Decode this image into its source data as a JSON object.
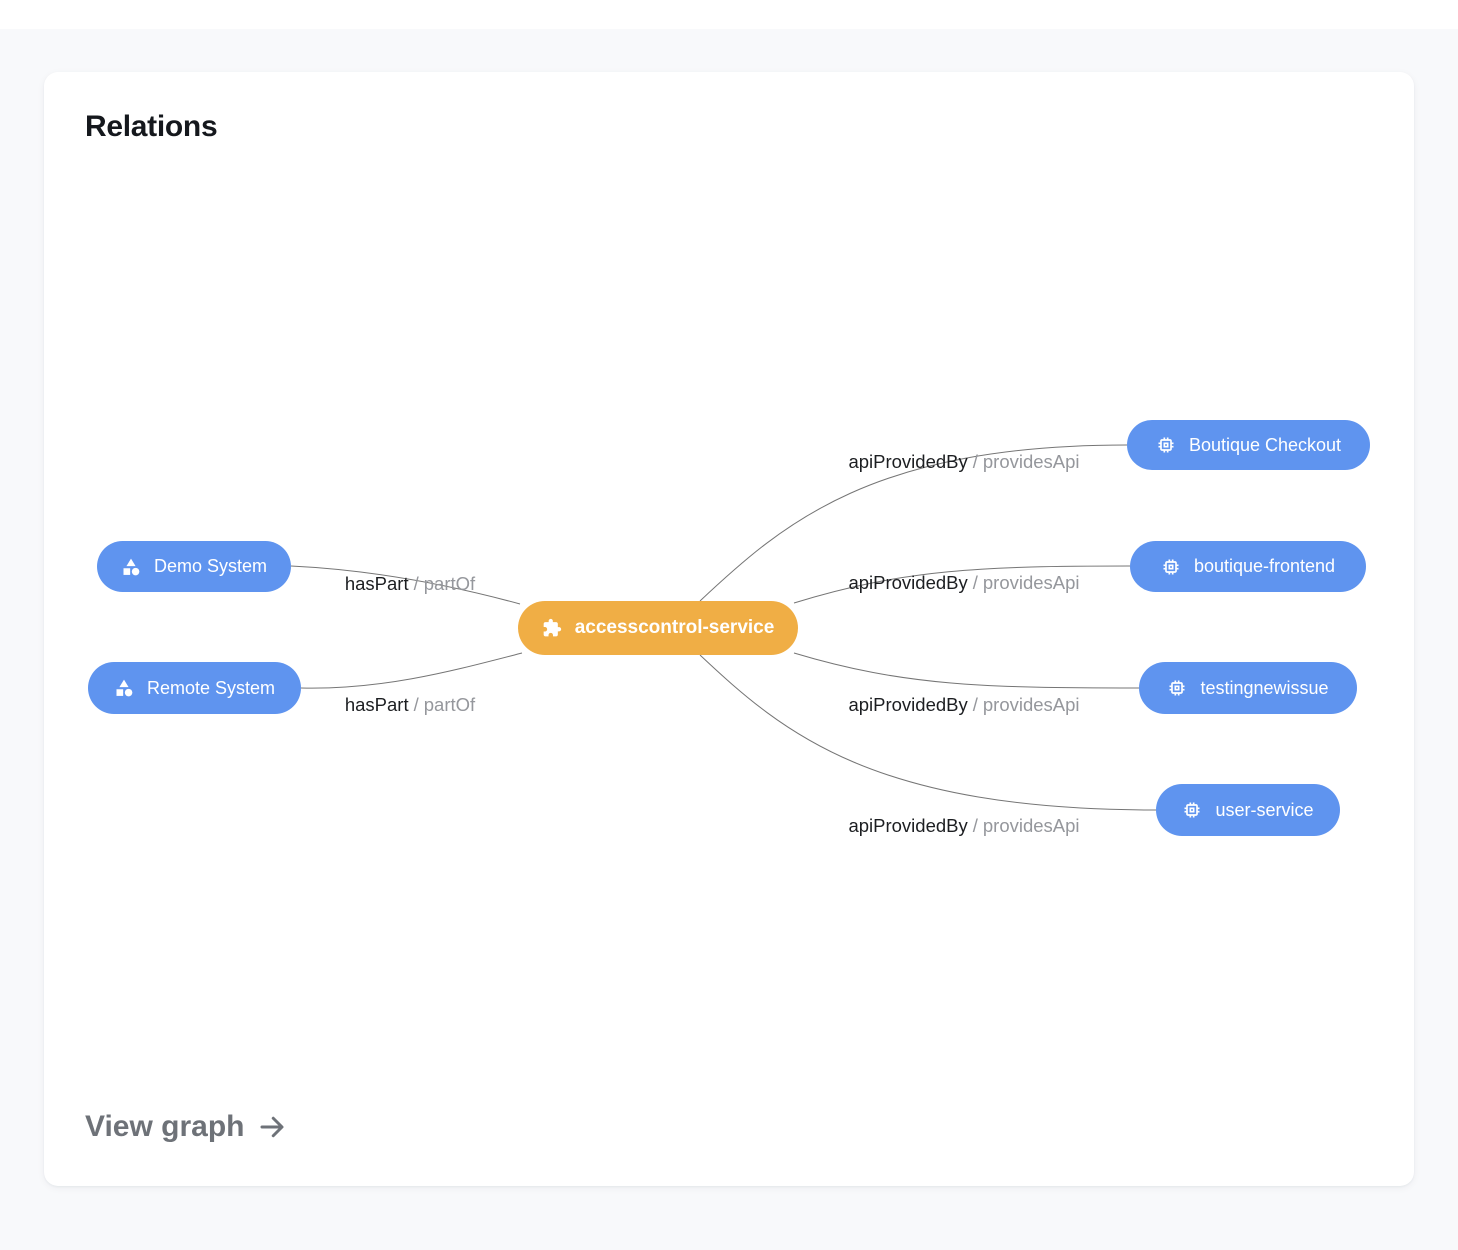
{
  "card": {
    "title": "Relations",
    "footer_link": "View graph"
  },
  "colors": {
    "node_blue": "#5F94EF",
    "node_orange": "#F0AE45",
    "edge": "#757575",
    "page_bg": "#F8F9FB"
  },
  "nodes": {
    "center": {
      "label": "accesscontrol-service",
      "icon": "puzzle-piece-icon"
    },
    "demo_system": {
      "label": "Demo System",
      "icon": "system-category-icon"
    },
    "remote_system": {
      "label": "Remote System",
      "icon": "system-category-icon"
    },
    "boutique_checkout": {
      "label": "Boutique Checkout",
      "icon": "api-chip-icon"
    },
    "boutique_frontend": {
      "label": "boutique-frontend",
      "icon": "api-chip-icon"
    },
    "testingnewissue": {
      "label": "testingnewissue",
      "icon": "api-chip-icon"
    },
    "user_service": {
      "label": "user-service",
      "icon": "api-chip-icon"
    }
  },
  "edge_labels": {
    "separator": "/",
    "has_part": {
      "primary": "hasPart",
      "secondary": "partOf"
    },
    "api_provided_by": {
      "primary": "apiProvidedBy",
      "secondary": "providesApi"
    }
  }
}
